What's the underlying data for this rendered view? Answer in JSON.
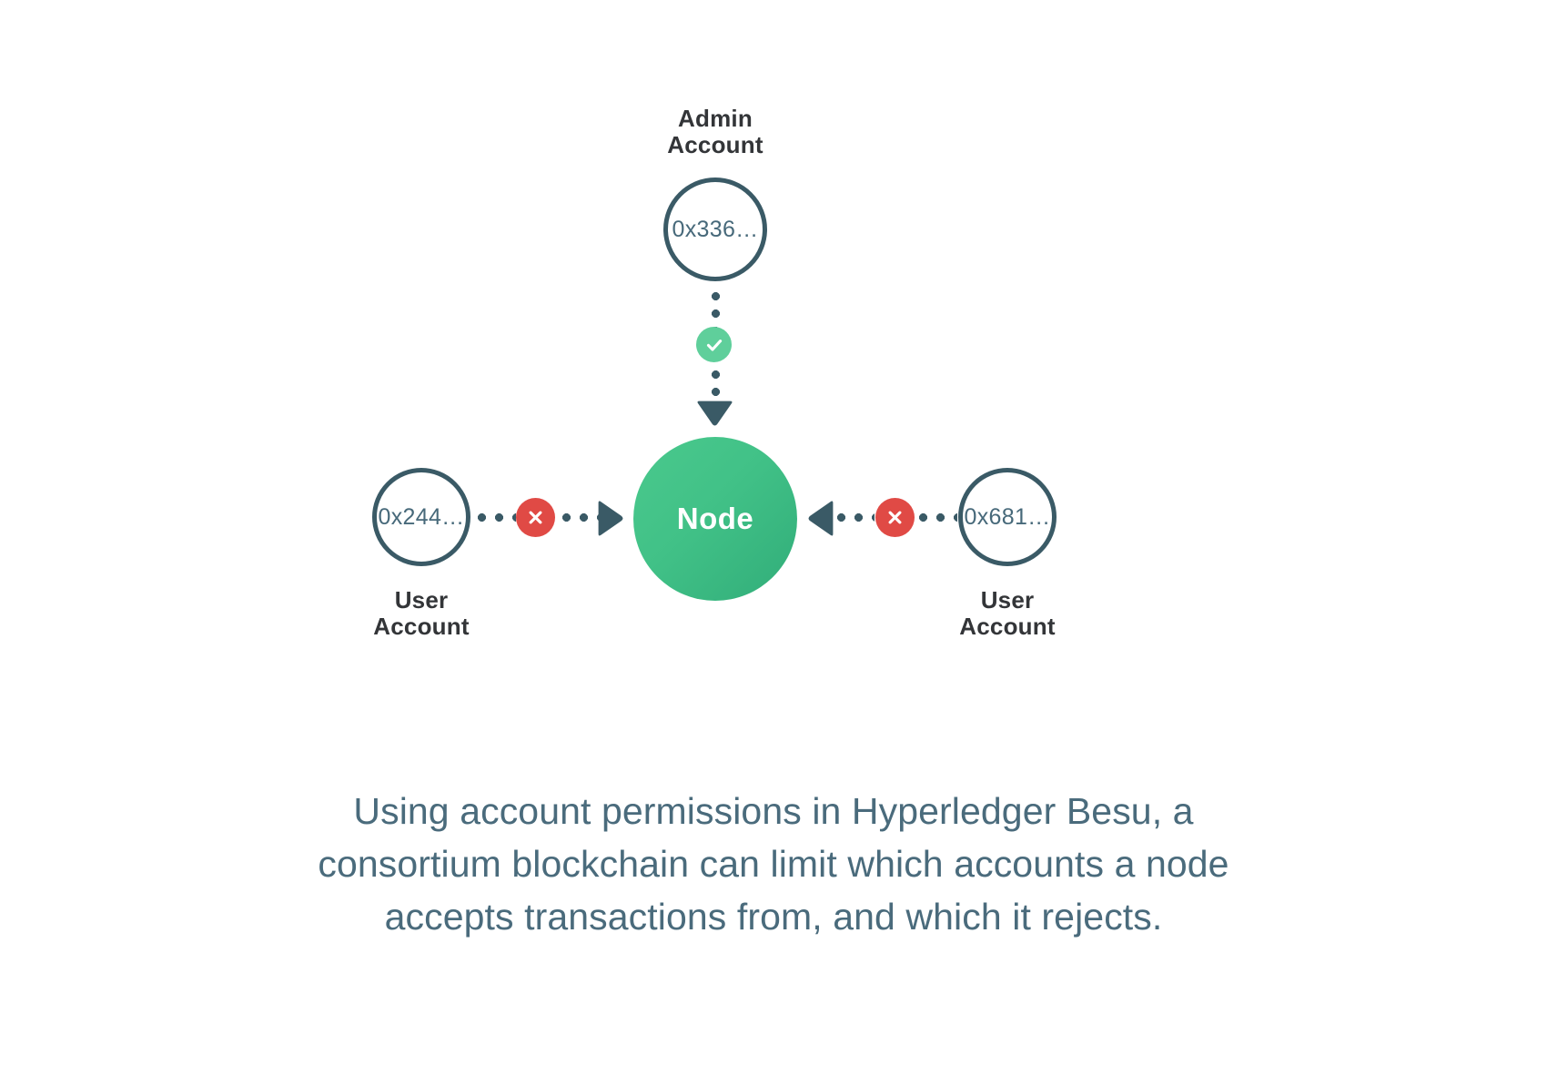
{
  "diagram": {
    "title_caption": "Using account permissions in Hyperledger Besu, a consortium blockchain can limit which accounts a node accepts transactions from, and which it rejects.",
    "caption_lines": [
      "Using account permissions in Hyperledger Besu, a",
      "consortium blockchain can limit which accounts a node",
      "accepts transactions from, and which it rejects."
    ],
    "center": {
      "label": "Node",
      "type": "node",
      "fill_color": "#41c187"
    },
    "accounts": [
      {
        "id": "admin",
        "label": "Admin\nAccount",
        "address": "0x336…",
        "position": "top",
        "permission": "allowed",
        "badge_icon": "check-icon",
        "badge_color": "#5fcf9b",
        "arrow_direction": "down"
      },
      {
        "id": "user-left",
        "label": "User\nAccount",
        "address": "0x244…",
        "position": "left",
        "permission": "rejected",
        "badge_icon": "x-icon",
        "badge_color": "#e04a45",
        "arrow_direction": "right"
      },
      {
        "id": "user-right",
        "label": "User\nAccount",
        "address": "0x681…",
        "position": "right",
        "permission": "rejected",
        "badge_icon": "x-icon",
        "badge_color": "#e04a45",
        "arrow_direction": "left"
      }
    ],
    "colors": {
      "background": "#ffffff",
      "stroke": "#3a5a66",
      "address_text": "#47697a",
      "label_text": "#333538",
      "caption_text": "#4a6b7c",
      "allowed": "#5fcf9b",
      "rejected": "#e04a45",
      "node_green": "#41c187"
    }
  }
}
